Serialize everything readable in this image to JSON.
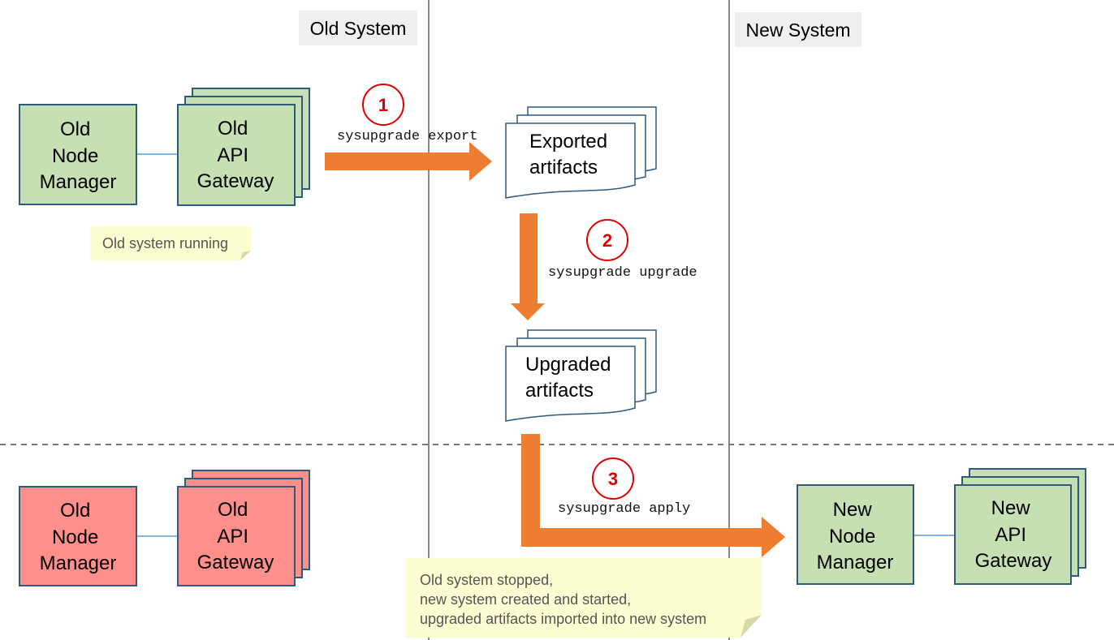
{
  "headers": {
    "old_system": "Old System",
    "new_system": "New System"
  },
  "old_running": {
    "node_manager": [
      "Old",
      "Node",
      "Manager"
    ],
    "api_gateway": [
      "Old",
      "API",
      "Gateway"
    ],
    "note": "Old system running"
  },
  "old_stopped": {
    "node_manager": [
      "Old",
      "Node",
      "Manager"
    ],
    "api_gateway": [
      "Old",
      "API",
      "Gateway"
    ]
  },
  "new_system": {
    "node_manager": [
      "New",
      "Node",
      "Manager"
    ],
    "api_gateway": [
      "New",
      "API",
      "Gateway"
    ]
  },
  "artifacts": {
    "exported": [
      "Exported",
      "artifacts"
    ],
    "upgraded": [
      "Upgraded",
      "artifacts"
    ]
  },
  "steps": [
    {
      "number": "1",
      "command": "sysupgrade export"
    },
    {
      "number": "2",
      "command": "sysupgrade upgrade"
    },
    {
      "number": "3",
      "command": "sysupgrade apply"
    }
  ],
  "final_note": [
    "Old system stopped,",
    "new system created and started,",
    "upgraded artifacts imported into new system"
  ],
  "colors": {
    "running_fill": "#c6e0b4",
    "stopped_fill": "#ff8f8a",
    "box_stroke": "#2e5a7e",
    "arrow": "#ed7d31",
    "step_circle": "#e00000",
    "note_fill": "#fdfdd2",
    "header_fill": "#efefef",
    "divider": "#888888"
  }
}
